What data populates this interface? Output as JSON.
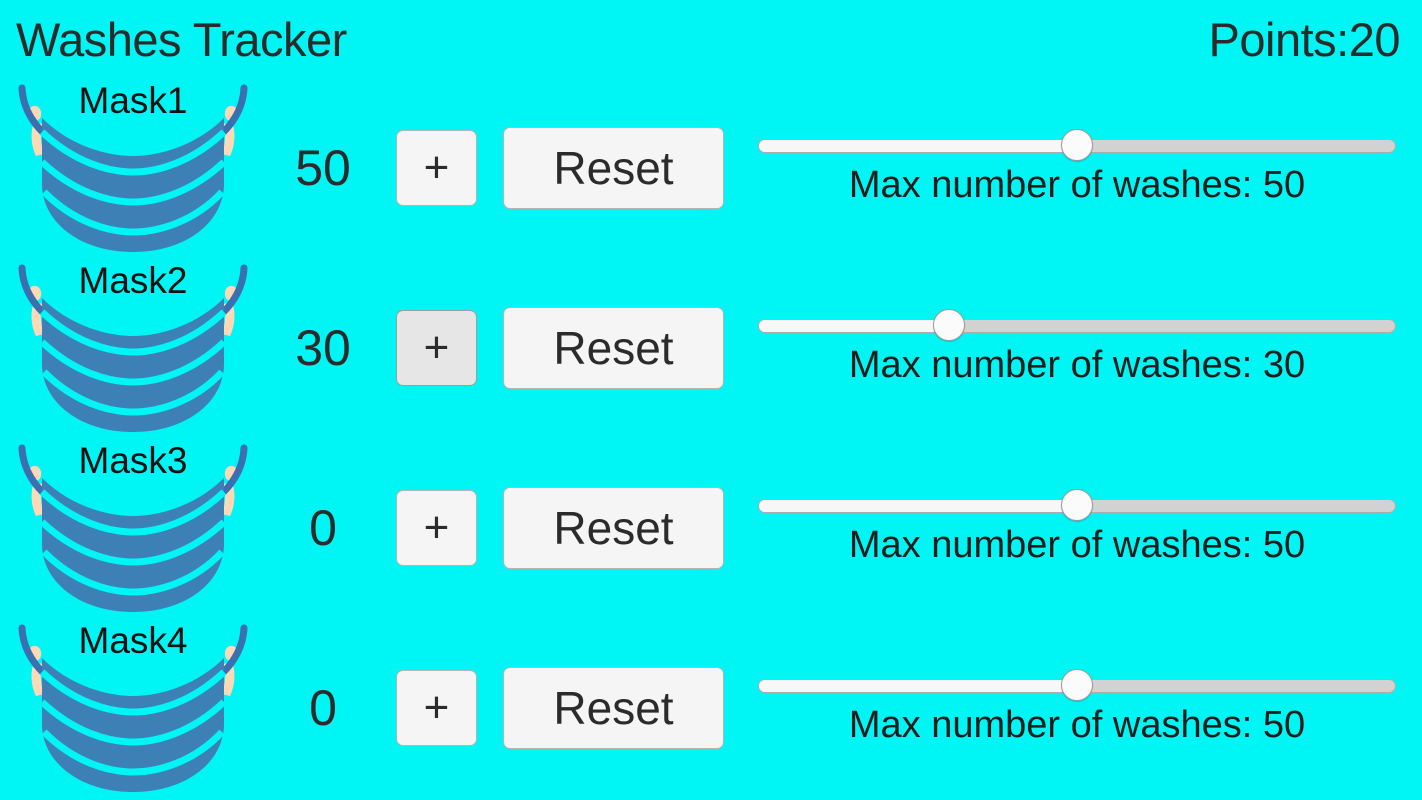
{
  "header": {
    "title": "Washes Tracker",
    "points_label": "Points:20"
  },
  "colors": {
    "background": "#00f5f5",
    "text": "#2b2b2b",
    "mask_body": "#3d80b5",
    "mask_band": "#3a6fb0",
    "mask_ear": "#ffd8b0",
    "button_face": "#f5f5f5",
    "button_active_face": "#e6e6e6",
    "slider_track": "#d2d2d2",
    "slider_fill": "#f7f7f7",
    "slider_thumb": "#fbfbfb"
  },
  "buttons": {
    "increment_label": "+",
    "reset_label": "Reset"
  },
  "slider": {
    "min": 0,
    "max": 100,
    "caption_prefix": "Max number of washes: "
  },
  "rows": [
    {
      "mask_label": "Mask1",
      "count": "50",
      "increment_label": "+",
      "reset_label": "Reset",
      "slider_value": 50,
      "slider_percent": 50,
      "max_washes": "50",
      "slider_caption": "Max number of washes: 50",
      "plus_active": false
    },
    {
      "mask_label": "Mask2",
      "count": "30",
      "increment_label": "+",
      "reset_label": "Reset",
      "slider_value": 30,
      "slider_percent": 30,
      "max_washes": "30",
      "slider_caption": "Max number of washes: 30",
      "plus_active": true
    },
    {
      "mask_label": "Mask3",
      "count": "0",
      "increment_label": "+",
      "reset_label": "Reset",
      "slider_value": 50,
      "slider_percent": 50,
      "max_washes": "50",
      "slider_caption": "Max number of washes: 50",
      "plus_active": false
    },
    {
      "mask_label": "Mask4",
      "count": "0",
      "increment_label": "+",
      "reset_label": "Reset",
      "slider_value": 50,
      "slider_percent": 50,
      "max_washes": "50",
      "slider_caption": "Max number of washes: 50",
      "plus_active": false
    }
  ]
}
